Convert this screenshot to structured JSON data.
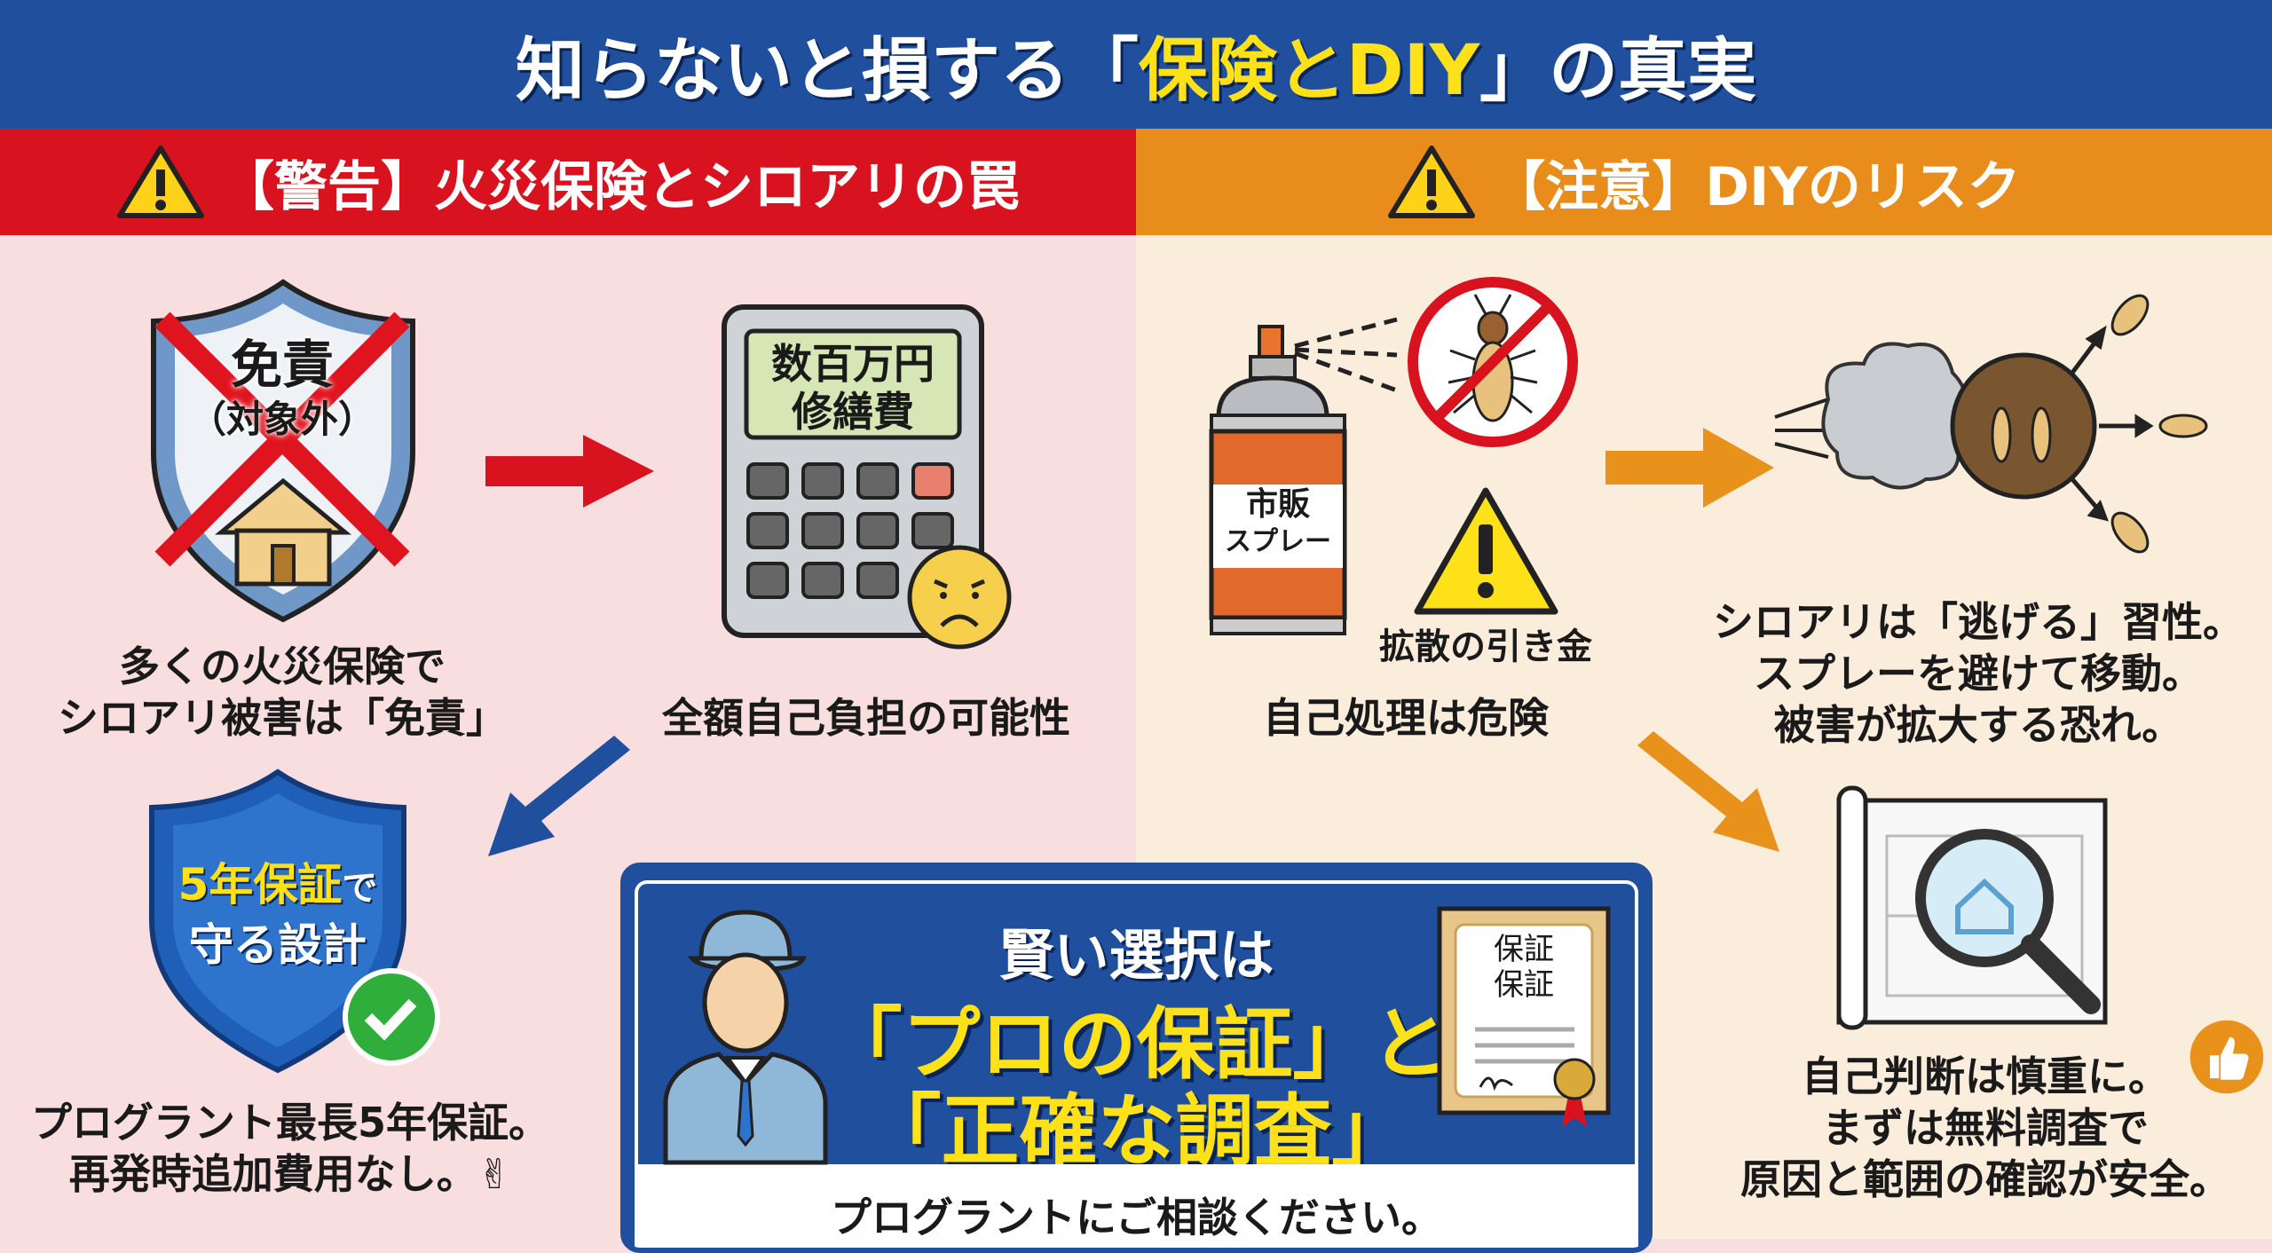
{
  "title": {
    "pre": "知らないと損する「",
    "highlight": "保険とDIY",
    "post": "」の真実"
  },
  "left": {
    "header": "【警告】火災保険とシロアリの罠",
    "shield_text": {
      "line1": "免責",
      "line2": "（対象外）"
    },
    "shield_caption": [
      "多くの火災保険で",
      "シロアリ被害は「免責」"
    ],
    "calculator_screen": [
      "数百万円",
      "修繕費"
    ],
    "calculator_caption": "全額自己負担の可能性",
    "guarantee_shield": {
      "line1_em": "5年保証",
      "line1_rest": "で",
      "line2": "守る設計"
    },
    "guarantee_caption": [
      "プログラント最長5年保証。",
      "再発時追加費用なし。✌"
    ]
  },
  "right": {
    "header": "【注意】DIYのリスク",
    "spray_label": [
      "市販",
      "スプレー"
    ],
    "warning_caption": "拡散の引き金",
    "spray_caption": "自己処理は危険",
    "spread_caption": [
      "シロアリは「逃げる」習性。",
      "スプレーを避けて移動。",
      "被害が拡大する恐れ。"
    ],
    "inspect_caption": [
      "自己判断は慎重に。",
      "まずは無料調査で",
      "原因と範囲の確認が安全。"
    ]
  },
  "cta": {
    "lead": "賢い選択は",
    "line1": "「プロの保証」と",
    "line2": "「正確な調査」",
    "certificate": [
      "保証",
      "保証"
    ],
    "footer": "プログラントにご相談ください。"
  },
  "colors": {
    "title_bg": "#1f4f9d",
    "warning_red": "#d8121e",
    "caution_orange": "#e88c1c",
    "highlight_yellow": "#ffe11a",
    "left_bg": "#f8dedf",
    "right_bg": "#faeddc"
  }
}
